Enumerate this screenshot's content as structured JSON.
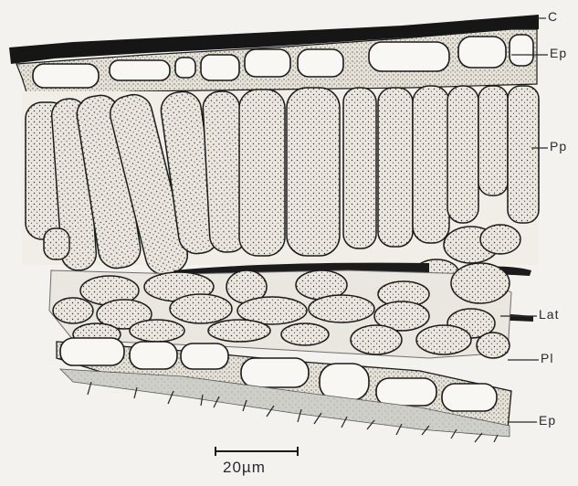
{
  "labels": {
    "cuticle": "C",
    "epidermis_upper": "Ep",
    "palisade": "Pp",
    "laticifer": "Lat",
    "palisade_lower": "Pl",
    "epidermis_lower": "Ep"
  },
  "scale_bar": {
    "text": "20µm"
  },
  "colors": {
    "ink": "#1a1a1a",
    "background": "#f4f2ee",
    "cell_fill": "#e9e5dc",
    "hypodermis": "#cfcfc9"
  }
}
